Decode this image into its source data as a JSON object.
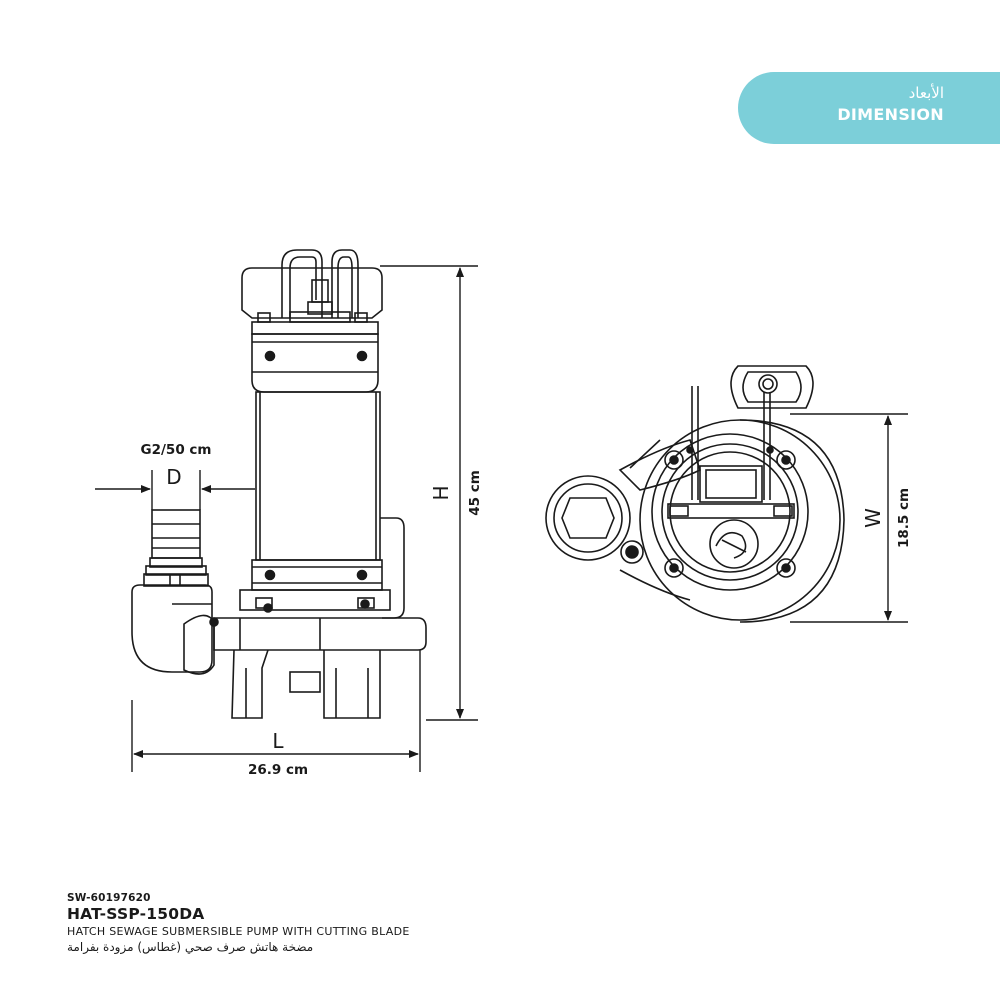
{
  "header": {
    "title_ar": "الأبعاد",
    "title_en": "DIMENSION"
  },
  "front_view": {
    "dim_D_label": "D",
    "dim_D_value": "G2/50 cm",
    "dim_H_label": "H",
    "dim_H_value": "45 cm",
    "dim_L_label": "L",
    "dim_L_value": "26.9 cm"
  },
  "top_view": {
    "dim_W_label": "W",
    "dim_W_value": "18.5 cm"
  },
  "product": {
    "sku": "SW-60197620",
    "model": "HAT-SSP-150DA",
    "description_en": "HATCH SEWAGE SUBMERSIBLE PUMP WITH CUTTING BLADE",
    "description_ar": "مضخة هاتش صرف صحي (غطاس) مزودة بفرامة"
  },
  "colors": {
    "accent": "#7ccfd9",
    "line": "#1a1a1a"
  }
}
